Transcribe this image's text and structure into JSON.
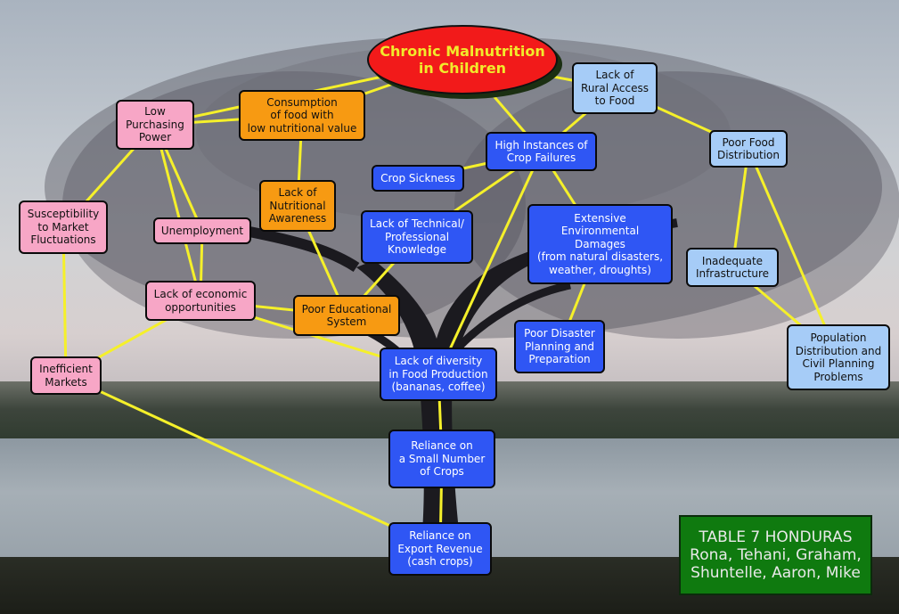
{
  "nodes": {
    "root": "Chronic Malnutrition\nin Children",
    "low_purchasing_power": "Low\nPurchasing\nPower",
    "consumption_low_value": "Consumption\nof food with\nlow nutritional value",
    "lack_rural_access": "Lack of\nRural Access\nto Food",
    "high_crop_failures": "High Instances of\nCrop Failures",
    "poor_food_distribution": "Poor Food\nDistribution",
    "crop_sickness": "Crop Sickness",
    "susceptibility_market": "Susceptibility\nto Market\nFluctuations",
    "lack_nutritional_awareness": "Lack of\nNutritional\nAwareness",
    "unemployment": "Unemployment",
    "lack_technical_knowledge": "Lack of Technical/\nProfessional\nKnowledge",
    "extensive_env_damages": "Extensive\nEnvironmental\nDamages\n(from natural disasters,\nweather, droughts)",
    "inadequate_infrastructure": "Inadequate\nInfrastructure",
    "lack_economic_opportunities": "Lack of economic\nopportunities",
    "poor_educational_system": "Poor Educational\nSystem",
    "population_distribution": "Population\nDistribution and\nCivil Planning\nProblems",
    "poor_disaster_planning": "Poor Disaster\nPlanning and\nPreparation",
    "inefficient_markets": "Inefficient\nMarkets",
    "lack_diversity": "Lack of diversity\nin Food Production\n(bananas, coffee)",
    "reliance_few_crops": "Reliance on\na Small Number\nof Crops",
    "reliance_export": "Reliance on\nExport Revenue\n(cash crops)"
  },
  "credit": {
    "line1": "TABLE 7 HONDURAS",
    "line2": "Rona, Tehani, Graham,",
    "line3": "Shuntelle, Aaron, Mike"
  },
  "colors": {
    "link": "#f5f02a",
    "pink": "#f7a6c6",
    "orange": "#f79a12",
    "blue": "#2f56f4",
    "light_blue": "#a6ccf7",
    "root_fill": "#f21a1a",
    "root_text": "#f2ea2c",
    "credit_fill": "#0f7a0f"
  },
  "links": [
    [
      "root",
      "low_purchasing_power"
    ],
    [
      "root",
      "consumption_low_value"
    ],
    [
      "root",
      "lack_rural_access"
    ],
    [
      "root",
      "high_crop_failures"
    ],
    [
      "lack_rural_access",
      "poor_food_distribution"
    ],
    [
      "lack_rural_access",
      "high_crop_failures"
    ],
    [
      "low_purchasing_power",
      "consumption_low_value"
    ],
    [
      "low_purchasing_power",
      "susceptibility_market"
    ],
    [
      "low_purchasing_power",
      "unemployment"
    ],
    [
      "low_purchasing_power",
      "lack_economic_opportunities"
    ],
    [
      "consumption_low_value",
      "lack_nutritional_awareness"
    ],
    [
      "lack_nutritional_awareness",
      "poor_educational_system"
    ],
    [
      "unemployment",
      "lack_economic_opportunities"
    ],
    [
      "lack_economic_opportunities",
      "poor_educational_system"
    ],
    [
      "lack_economic_opportunities",
      "inefficient_markets"
    ],
    [
      "lack_economic_opportunities",
      "lack_diversity"
    ],
    [
      "susceptibility_market",
      "inefficient_markets"
    ],
    [
      "high_crop_failures",
      "crop_sickness"
    ],
    [
      "high_crop_failures",
      "lack_technical_knowledge"
    ],
    [
      "high_crop_failures",
      "extensive_env_damages"
    ],
    [
      "high_crop_failures",
      "lack_diversity"
    ],
    [
      "lack_technical_knowledge",
      "poor_educational_system"
    ],
    [
      "extensive_env_damages",
      "poor_disaster_planning"
    ],
    [
      "poor_food_distribution",
      "inadequate_infrastructure"
    ],
    [
      "poor_food_distribution",
      "population_distribution"
    ],
    [
      "inadequate_infrastructure",
      "population_distribution"
    ],
    [
      "lack_diversity",
      "reliance_few_crops"
    ],
    [
      "reliance_few_crops",
      "reliance_export"
    ],
    [
      "inefficient_markets",
      "reliance_export"
    ]
  ]
}
